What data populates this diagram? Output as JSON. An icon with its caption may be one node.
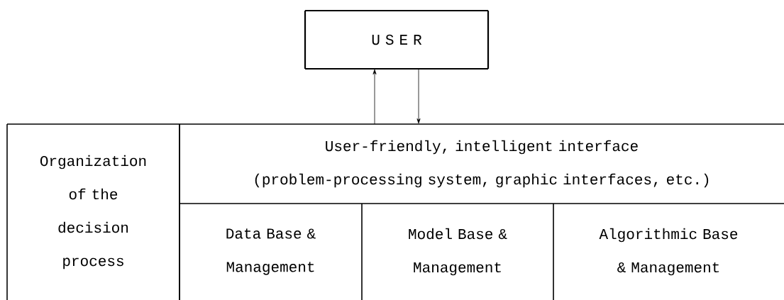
{
  "diagram": {
    "nodes": [
      {
        "text": [
          "U S E R"
        ]
      },
      {
        "text": [
          "Organization of the decision process"
        ]
      },
      {
        "text": [
          "User-friendly, intelligent interface",
          "(problem-processing system, graphic interfaces, etc.)"
        ]
      },
      {
        "text": [
          "Data Base & Management"
        ]
      },
      {
        "text": [
          "Model Base & Management"
        ]
      },
      {
        "text": [
          "Algorithmic Base & Management"
        ]
      }
    ],
    "edges": [
      {
        "from": 2,
        "to": 0,
        "arrow": "to"
      },
      {
        "from": 0,
        "to": 2,
        "arrow": "to"
      }
    ]
  }
}
